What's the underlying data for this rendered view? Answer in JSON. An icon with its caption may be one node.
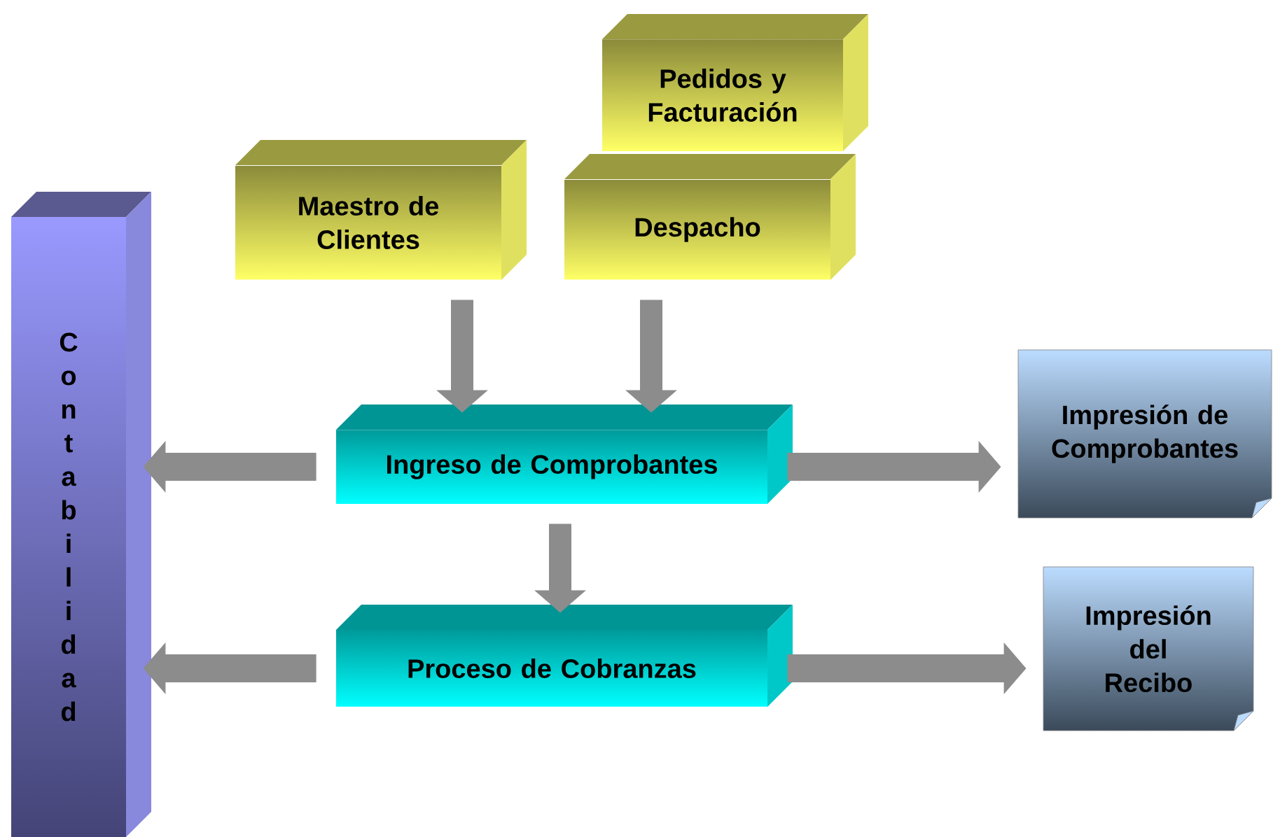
{
  "diagram": {
    "nodes": [
      {
        "text": [
          "C o n t a b i l i d a d"
        ]
      },
      {
        "text": [
          "Pedidos y Facturación"
        ]
      },
      {
        "text": [
          "Maestro de Clientes"
        ]
      },
      {
        "text": [
          "Despacho"
        ]
      },
      {
        "text": [
          "Ingreso de Comprobantes"
        ]
      },
      {
        "text": [
          "Proceso de Cobranzas"
        ]
      },
      {
        "text": [
          "Impresión de Comprobantes"
        ]
      },
      {
        "text": [
          "Impresión del Recibo"
        ]
      }
    ],
    "edges": [
      {
        "from": 2,
        "to": 4,
        "arrow": "to"
      },
      {
        "from": 3,
        "to": 4,
        "arrow": "to"
      },
      {
        "from": 4,
        "to": 0,
        "arrow": "to"
      },
      {
        "from": 4,
        "to": 6,
        "arrow": "to"
      },
      {
        "from": 4,
        "to": 5,
        "arrow": "to"
      },
      {
        "from": 5,
        "to": 0,
        "arrow": "to"
      },
      {
        "from": 5,
        "to": 7,
        "arrow": "to"
      }
    ]
  }
}
